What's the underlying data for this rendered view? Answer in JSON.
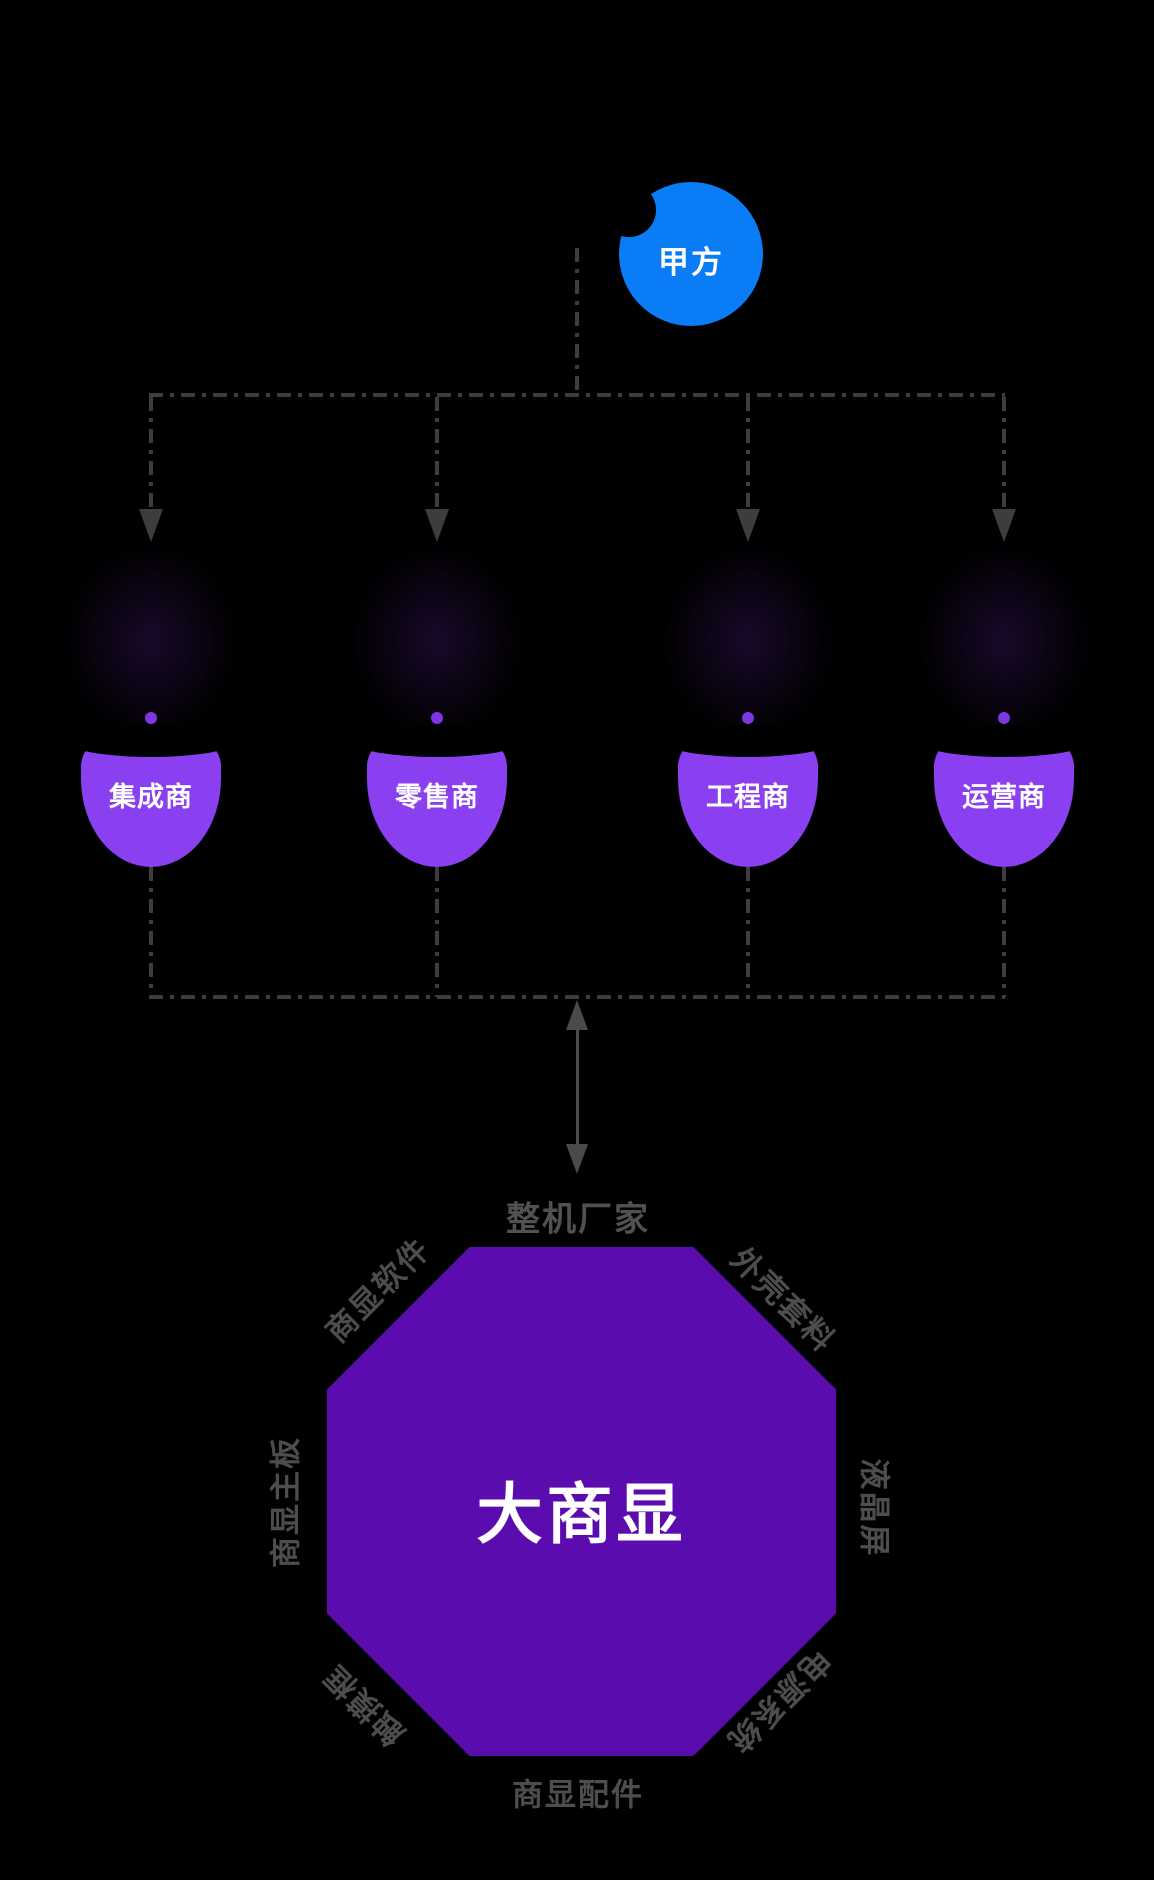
{
  "client": {
    "label": "甲方"
  },
  "channel_nodes": [
    {
      "label": "集成商"
    },
    {
      "label": "零售商"
    },
    {
      "label": "工程商"
    },
    {
      "label": "运营商"
    }
  ],
  "manufacturer_label": "整机厂家",
  "octagon": {
    "center": "大商显",
    "top_left": "商显软件",
    "top_right": "外壳套料",
    "left": "商显主板",
    "right": "液晶屏",
    "bottom_left": "触摸框",
    "bottom_right": "电源系统",
    "bottom": "商显配件"
  },
  "colors": {
    "background": "#000000",
    "client_blue": "#0a7cf5",
    "channel_violet": "#8a40f0",
    "dot_purple": "#7d36e0",
    "octagon_purple": "#5a0cae",
    "line_gray": "#3d3d3d",
    "label_gray": "#4d4d4d",
    "text_white": "#ffffff"
  }
}
